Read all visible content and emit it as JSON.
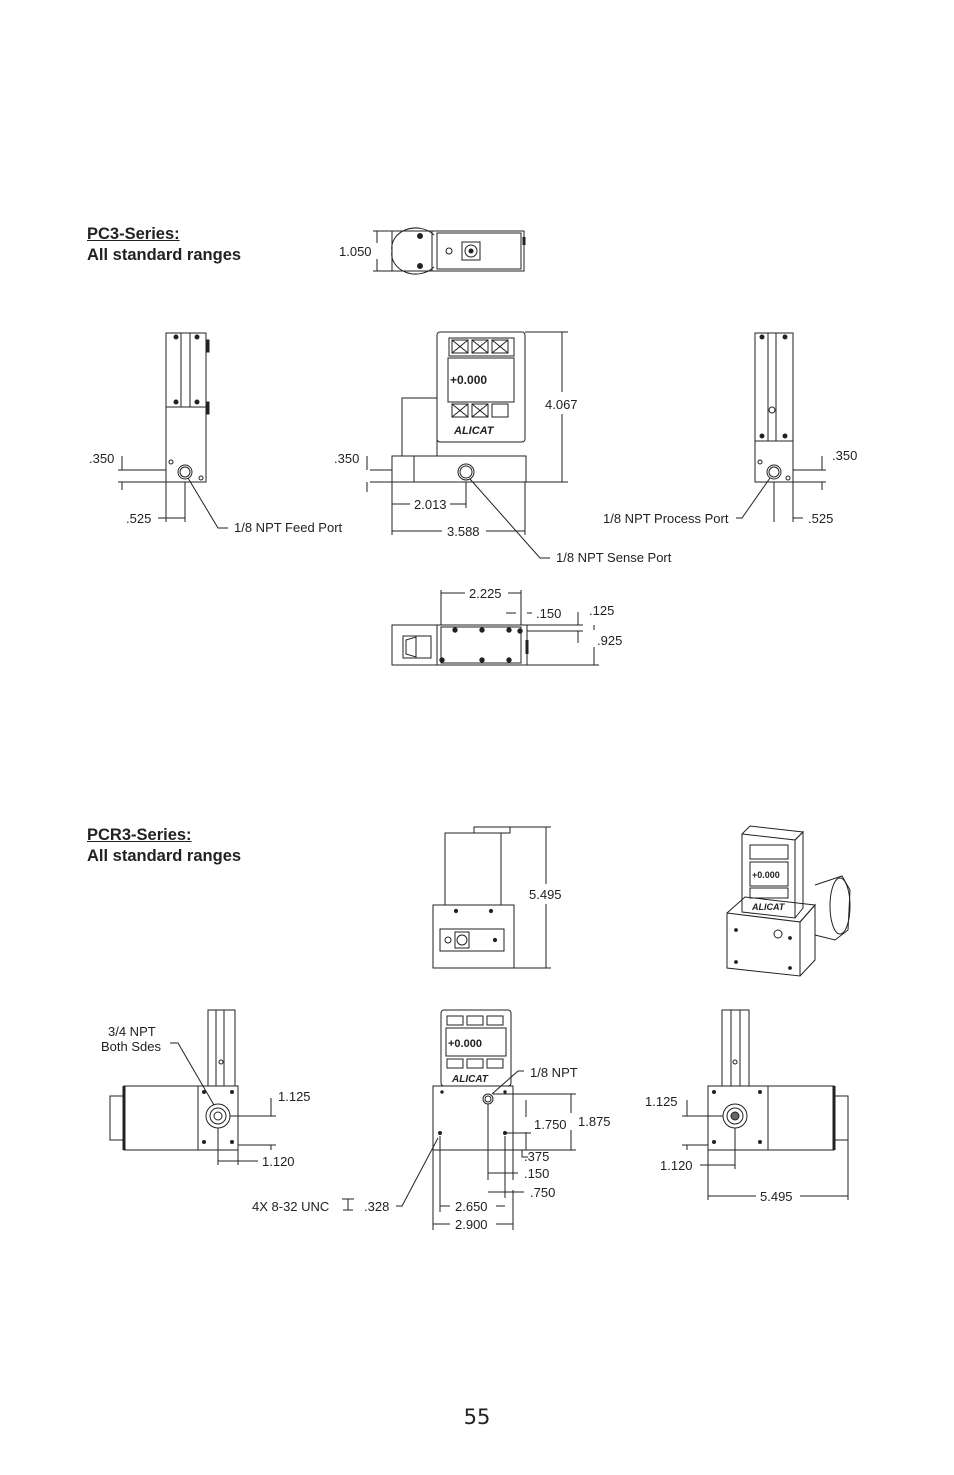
{
  "sections": {
    "pc3": {
      "title": "PC3-Series:",
      "subtitle": "All standard ranges"
    },
    "pcr3": {
      "title": "PCR3-Series:",
      "subtitle": "All standard ranges"
    }
  },
  "pc3_dims": {
    "d_1050": "1.050",
    "d_350_left": ".350",
    "d_525_left": ".525",
    "feed_port": "1/8  NPT Feed Port",
    "d_350_mid": ".350",
    "d_2013": "2.013",
    "d_3588": "3.588",
    "d_4067": "4.067",
    "sense_port": "1/8  NPT Sense Port",
    "process_port": "1/8  NPT Process Port",
    "d_350_right": ".350",
    "d_525_right": ".525",
    "d_2225": "2.225",
    "d_150": ".150",
    "d_125": ".125",
    "d_925": ".925"
  },
  "display": {
    "reading": "+0.000",
    "brand": "ALICAT"
  },
  "pcr3_dims": {
    "d_5495_top": "5.495",
    "npt_34_line1": "3/4 NPT",
    "npt_34_line2": "Both Sdes",
    "d_1125_left": "1.125",
    "d_1120_left": "1.120",
    "npt_18": "1/8  NPT",
    "d_1750": "1.750",
    "d_1875": "1.875",
    "d_375": ".375",
    "d_150": ".150",
    "d_750": ".750",
    "screw": "4X 8-32 UNC",
    "screw_depth": ".328",
    "d_2650": "2.650",
    "d_2900": "2.900",
    "d_1125_right": "1.125",
    "d_1120_right": "1.120",
    "d_5495_bottom": "5.495"
  },
  "page_number": "55"
}
